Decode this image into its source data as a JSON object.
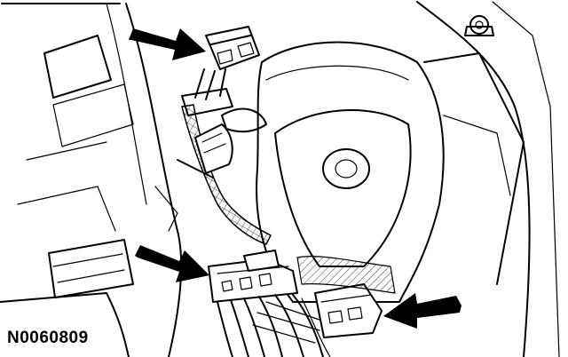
{
  "figure": {
    "id_label": "N0060809"
  },
  "callouts": [
    {
      "name": "upper-connector-arrow",
      "icon": "arrow-right-icon"
    },
    {
      "name": "lower-left-connector-arrow",
      "icon": "arrow-right-icon"
    },
    {
      "name": "lower-right-connector-arrow",
      "icon": "arrow-left-icon"
    }
  ],
  "colors": {
    "line": "#000000",
    "background": "#ffffff"
  }
}
